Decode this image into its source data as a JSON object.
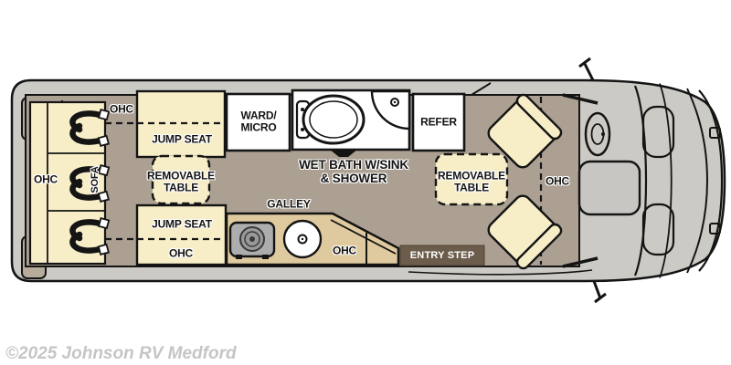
{
  "watermark": "©2025 Johnson RV Medford",
  "colors": {
    "body_gray": "#cccac5",
    "floor_taupe": "#aba092",
    "furniture_cream": "#f7eec8",
    "counter_tan": "#dfc99e",
    "entry_step_brown": "#6b5c4b",
    "cabinet_white": "#ffffff",
    "outline_black": "#141414",
    "watermark_gray": "#c5c5c5"
  },
  "labels": {
    "ohc_top": "OHC",
    "ohc_sofa": "OHC",
    "sofa": "SOFA",
    "jump_seat_top": "JUMP SEAT",
    "removable_table_left": {
      "line1": "REMOVABLE",
      "line2": "TABLE"
    },
    "jump_seat_bottom": "JUMP SEAT",
    "ohc_jump_seat": "OHC",
    "ward_micro": {
      "line1": "WARD/",
      "line2": "MICRO"
    },
    "wet_bath": {
      "line1": "WET BATH W/SINK",
      "line2": "& SHOWER"
    },
    "refer": "REFER",
    "galley": "GALLEY",
    "ohc_galley": "OHC",
    "entry_step": "ENTRY STEP",
    "removable_table_right": {
      "line1": "REMOVABLE",
      "line2": "TABLE"
    },
    "ohc_cab": "OHC"
  }
}
